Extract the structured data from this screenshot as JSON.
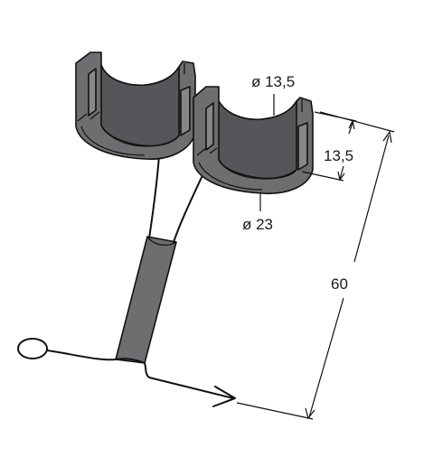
{
  "dimensions": {
    "inner_diameter": "ø 13,5",
    "height": "13,5",
    "outer_diameter": "ø 23",
    "length": "60"
  },
  "colors": {
    "body": "#6e6e70",
    "outline": "#111111",
    "background": "#ffffff"
  },
  "icons": {
    "cable-end": "arrow-icon",
    "loop": "ring-icon"
  }
}
